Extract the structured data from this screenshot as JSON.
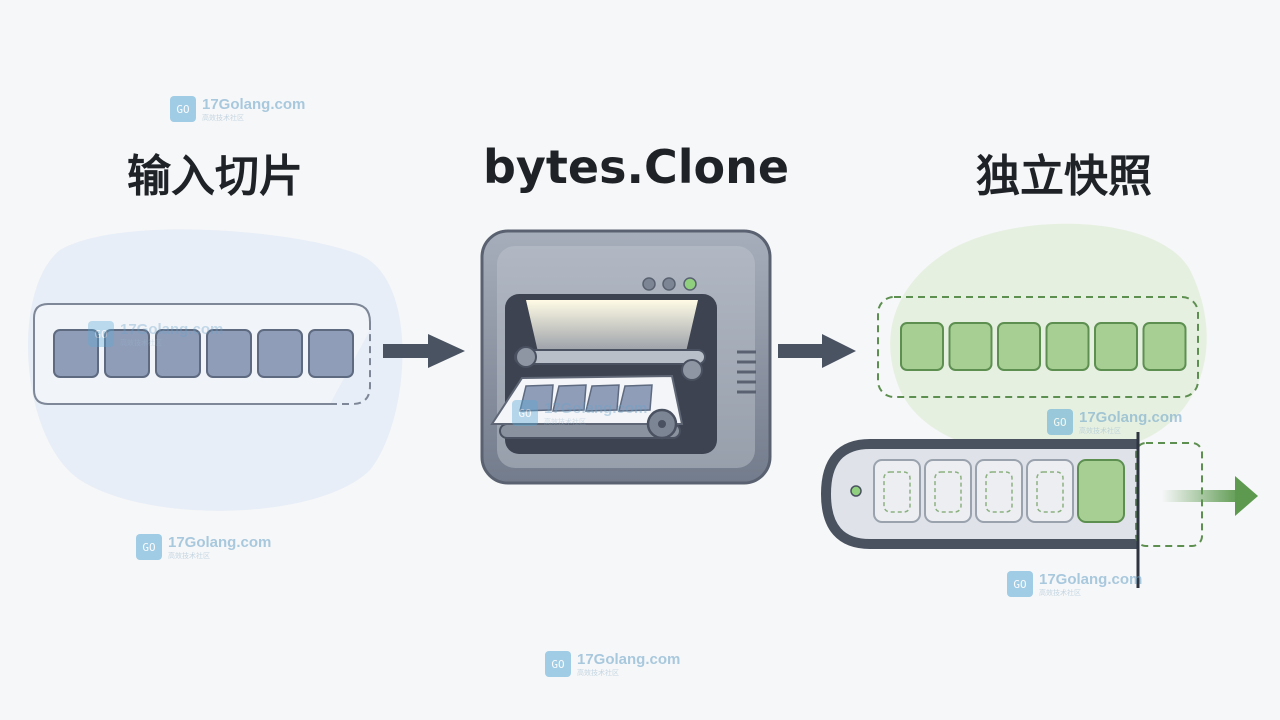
{
  "titles": {
    "input": "输入切片",
    "function": "bytes.Clone",
    "output": "独立快照"
  },
  "watermark": {
    "logo_glyph": "GO",
    "text": "17Golang.com",
    "subtext": "高效技术社区"
  },
  "colors": {
    "input_cell": "#8f9db9",
    "output_cell": "#a7cf94",
    "machine_body": "#8d96a5",
    "arrow": "#3e4756",
    "green_arrow": "#5d9a50"
  },
  "input_slice": {
    "cells": 6
  },
  "output_slice": {
    "cells": 6
  },
  "conveyor": {
    "slots": 5,
    "filled_slot": 5
  }
}
